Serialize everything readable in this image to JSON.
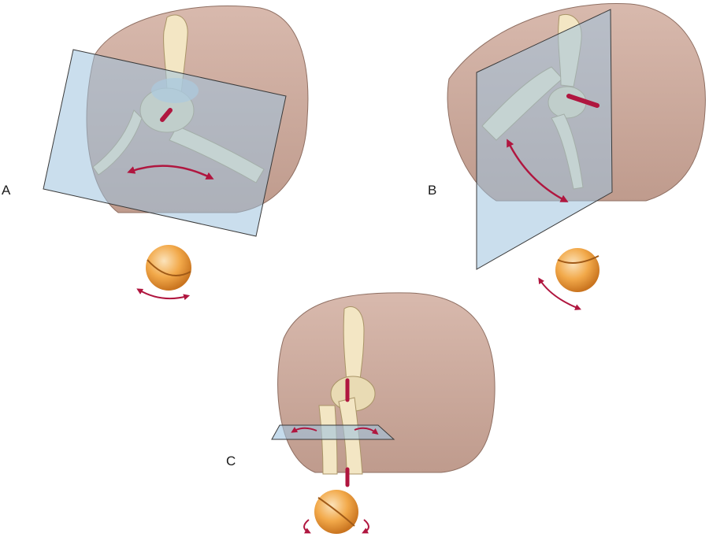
{
  "panels": [
    {
      "id": "A",
      "label": "A"
    },
    {
      "id": "B",
      "label": "B"
    },
    {
      "id": "C",
      "label": "C"
    }
  ],
  "colors": {
    "skin": "#c9a79b",
    "skin_shadow": "#b89182",
    "bone": "#f3e6c4",
    "bone_shadow": "#dcc99d",
    "cartilage": "#bcd3df",
    "plane_fill": "#9fc3df",
    "plane_edge": "#3a3a3a",
    "axis": "#b0163f",
    "arrow": "#b0163f",
    "ball": "#f2a94a",
    "ball_shade": "#d9822b"
  },
  "icons": [
    "rotation-arrow-icon",
    "ball-joint-icon",
    "rotation-axis-icon"
  ]
}
